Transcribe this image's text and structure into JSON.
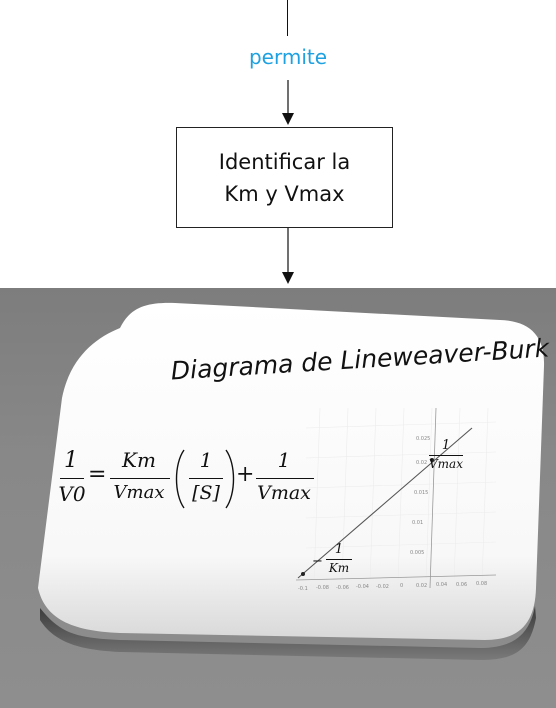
{
  "flow": {
    "connector_label": "permite",
    "box_text": "Identificar la\nKm y Vmax"
  },
  "card": {
    "title": "Diagrama de Lineweaver-Burk",
    "equation": {
      "lhs_num": "1",
      "lhs_den": "V0",
      "eq": "=",
      "t1_num": "Km",
      "t1_den": "Vmax",
      "t2_num": "1",
      "t2_den": "[S]",
      "plus": "+",
      "t3_num": "1",
      "t3_den": "Vmax"
    },
    "graph": {
      "y_intercept_label_num": "1",
      "y_intercept_label_den": "Vmax",
      "x_intercept_label_sign": "−",
      "x_intercept_label_num": "1",
      "x_intercept_label_den": "Km",
      "y_ticks": [
        "0.025",
        "0.02",
        "0.015",
        "0.01",
        "0.005"
      ],
      "x_ticks": [
        "-0.1",
        "-0.08",
        "-0.06",
        "-0.04",
        "-0.02",
        "0",
        "0.02",
        "0.04",
        "0.06",
        "0.08"
      ]
    }
  },
  "colors": {
    "connector_label": "#1ea1e0",
    "panel_background": "#858585",
    "card_background": "#ffffff"
  }
}
